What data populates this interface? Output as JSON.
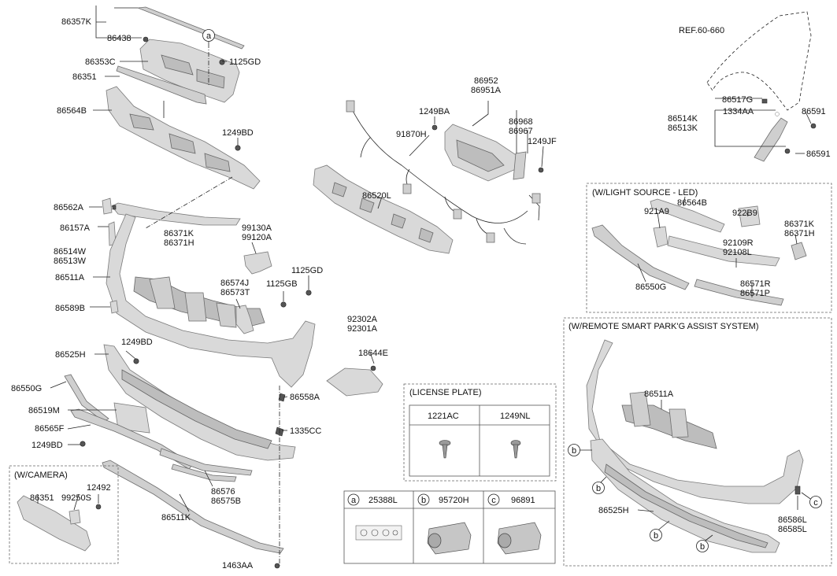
{
  "labels": {
    "p86357K": "86357K",
    "p86438": "86438",
    "p86353C": "86353C",
    "p1125GD_a": "1125GD",
    "p86351": "86351",
    "p86564B": "86564B",
    "p1249BD_a": "1249BD",
    "p86562A": "86562A",
    "p86157A": "86157A",
    "p86371K": "86371K",
    "p86371H": "86371H",
    "p86514W": "86514W",
    "p86513W": "86513W",
    "p99130A": "99130A",
    "p99120A": "99120A",
    "p86511A": "86511A",
    "p86574J": "86574J",
    "p86573T": "86573T",
    "p1125GB": "1125GB",
    "p1125GD_b": "1125GD",
    "p86589B": "86589B",
    "p86525H": "86525H",
    "p1249BD_b": "1249BD",
    "p86550G": "86550G",
    "p86519M": "86519M",
    "p86565F": "86565F",
    "p1249BD_c": "1249BD",
    "p86576": "86576",
    "p86575B": "86575B",
    "p86511K": "86511K",
    "p1463AA": "1463AA",
    "p92302A": "92302A",
    "p92301A": "92301A",
    "p18644E": "18644E",
    "p86558A": "86558A",
    "p1335CC": "1335CC",
    "p86952": "86952",
    "p86951A": "86951A",
    "p1249BA": "1249BA",
    "p91870H": "91870H",
    "p86968": "86968",
    "p86967": "86967",
    "p1249JF": "1249JF",
    "p86520L": "86520L",
    "ref": "REF.60-660",
    "p86517G": "86517G",
    "p1334AA": "1334AA",
    "p86591_a": "86591",
    "p86514K": "86514K",
    "p86513K": "86513K",
    "p86591_b": "86591",
    "cam_title": "(W/CAMERA)",
    "cam_86351": "86351",
    "cam_99250S": "99250S",
    "cam_12492": "12492",
    "led_title": "(W/LIGHT SOURCE - LED)",
    "led_86564B": "86564B",
    "led_922B9": "922B9",
    "led_921A9": "921A9",
    "led_86371K": "86371K",
    "led_86371H": "86371H",
    "led_92109R": "92109R",
    "led_92108L": "92108L",
    "led_86550G": "86550G",
    "led_86571R": "86571R",
    "led_86571P": "86571P",
    "rspa_title": "(W/REMOTE SMART PARK'G ASSIST SYSTEM)",
    "rspa_86511A": "86511A",
    "rspa_86525H": "86525H",
    "rspa_86586L": "86586L",
    "rspa_86585L": "86585L",
    "lp_title": "(LICENSE PLATE)",
    "lp_1221AC": "1221AC",
    "lp_1249NL": "1249NL"
  },
  "callouts": {
    "a": "a",
    "b": "b",
    "c": "c"
  },
  "legend": {
    "a_code": "25388L",
    "b_code": "95720H",
    "c_code": "96891"
  }
}
